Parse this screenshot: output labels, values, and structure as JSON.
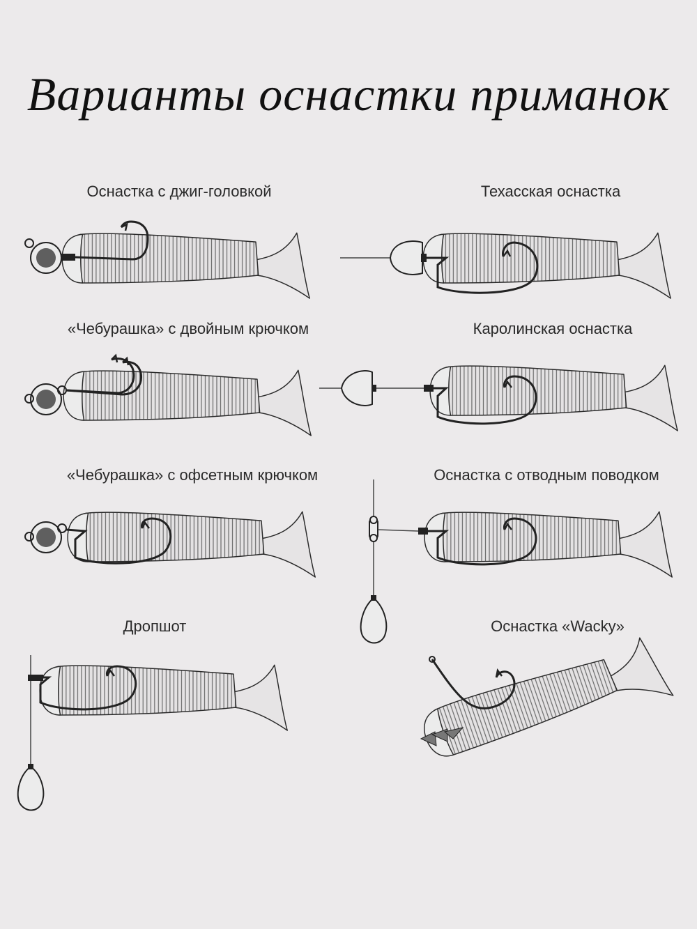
{
  "title": "Варианты оснастки приманок",
  "rigs": [
    {
      "id": "jig",
      "label": "Оснастка с джиг-головкой"
    },
    {
      "id": "texas",
      "label": "Техасская оснастка"
    },
    {
      "id": "cheb-double",
      "label": "«Чебурашка» с двойным крючком"
    },
    {
      "id": "carolina",
      "label": "Каролинская оснастка"
    },
    {
      "id": "cheb-offset",
      "label": "«Чебурашка» с офсетным крючком"
    },
    {
      "id": "dropshot-leader",
      "label": "Оснастка с отводным поводком"
    },
    {
      "id": "dropshot",
      "label": "Дропшот"
    },
    {
      "id": "wacky",
      "label": "Оснастка «Wacky»"
    }
  ],
  "colors": {
    "background": "#eceaeb",
    "bait": "#e6e4e5",
    "outline": "#222222",
    "weight": "#5f5f5f"
  }
}
